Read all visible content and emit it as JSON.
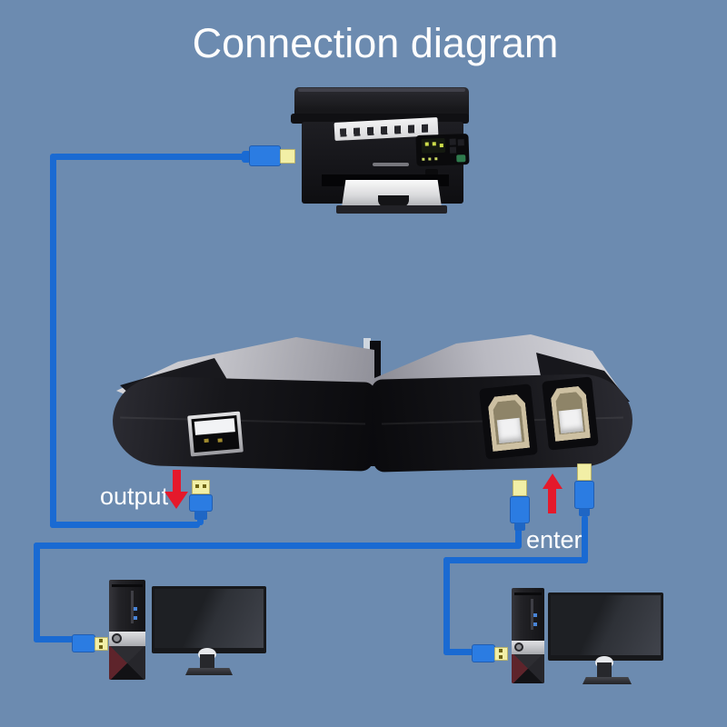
{
  "title": "Connection diagram",
  "labels": {
    "output": "output",
    "enter": "enter"
  },
  "colors": {
    "background": "#6c8bb0",
    "cable_blue": "#1a6ad2",
    "connector_blue": "#2b7ce2",
    "connector_tip_yellow": "#f2efa6",
    "arrow_red": "#e5192b",
    "text_white": "#ffffff",
    "device_top_gray": "#c4c4cb",
    "device_body_black": "#121216"
  },
  "components": {
    "printer": "black laser printer (top device)",
    "switch_front": "USB sharing switch, front view with one USB-A output port",
    "switch_back": "USB sharing switch, back view with two USB-B input ports",
    "computer_left": "desktop tower with monitor (bottom left)",
    "computer_right": "desktop tower with monitor (bottom right)",
    "cables": "blue USB cables with yellow-tipped connectors"
  }
}
